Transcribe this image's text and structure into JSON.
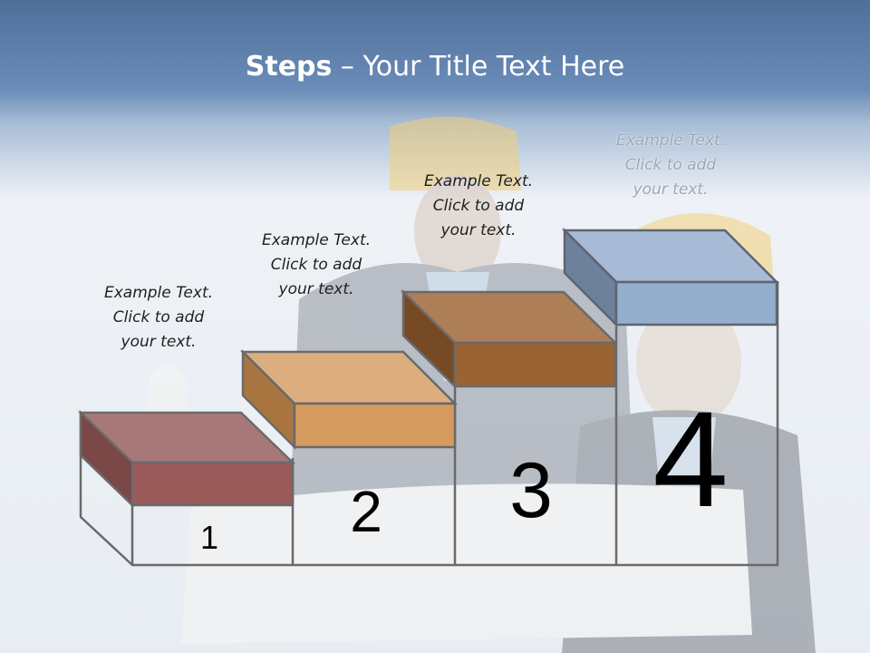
{
  "title": {
    "bold": "Steps",
    "rest": " – Your Title Text Here"
  },
  "steps": [
    {
      "number": "1",
      "caption": [
        "Example Text.",
        "Click  to add",
        "your text."
      ],
      "color": "#9b5b5b"
    },
    {
      "number": "2",
      "caption": [
        "Example Text.",
        "Click  to add",
        "your text."
      ],
      "color": "#d49a5e"
    },
    {
      "number": "3",
      "caption": [
        "Example Text.",
        "Click  to add",
        "your text."
      ],
      "color": "#9a6432"
    },
    {
      "number": "4",
      "caption": [
        "Example Text.",
        "Click  to add",
        "your text."
      ],
      "color": "#94aece"
    }
  ]
}
